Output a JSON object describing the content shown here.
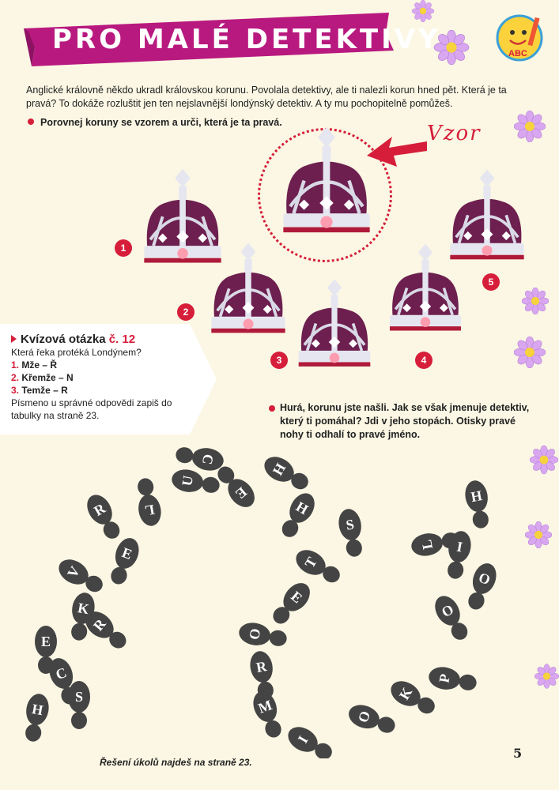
{
  "title": "PRO MALÉ DETEKTIVY",
  "logo_text": "ABC",
  "intro": "Anglické královně někdo ukradl královskou korunu. Povolala detektivy, ale ti nalezli korun hned pět. Která je ta pravá? To dokáže rozluštit jen ten nejslavnější londýnský detektiv. A ty mu pochopitelně pomůžeš.",
  "task1": "Porovnej koruny se vzorem a urči, která je ta pravá.",
  "vzor_label": "Vzor",
  "crown_numbers": [
    "1",
    "2",
    "3",
    "4",
    "5"
  ],
  "quiz": {
    "heading": "Kvízová otázka",
    "heading_num": "č. 12",
    "question": "Která řeka protéká Londýnem?",
    "options": [
      {
        "num": "1.",
        "text": "Mže – Ř"
      },
      {
        "num": "2.",
        "text": "Křemže – N"
      },
      {
        "num": "3.",
        "text": "Temže – R"
      }
    ],
    "instruction": "Písmeno u správné odpovědi zapiš do tabulky na straně 23."
  },
  "task2": "Hurá, korunu jste našli. Jak se však jmenuje detektiv, který ti pomáhal? Jdi v jeho stopách. Otisky pravé nohy ti odhalí to pravé jméno.",
  "footprint_letters": [
    "C",
    "U",
    "L",
    "R",
    "E",
    "V",
    "K",
    "R",
    "E",
    "C",
    "H",
    "S",
    "E",
    "H",
    "H",
    "S",
    "T",
    "E",
    "O",
    "R",
    "M",
    "I",
    "O",
    "K",
    "P",
    "O",
    "L",
    "H",
    "O",
    "I"
  ],
  "footer_note": "Řešení úkolů najdeš na straně 23.",
  "page_number": "5",
  "colors": {
    "accent": "#d61e3a",
    "ribbon": "#b8197f",
    "crown_velvet": "#6d1f4f",
    "background": "#fbf7e4"
  }
}
